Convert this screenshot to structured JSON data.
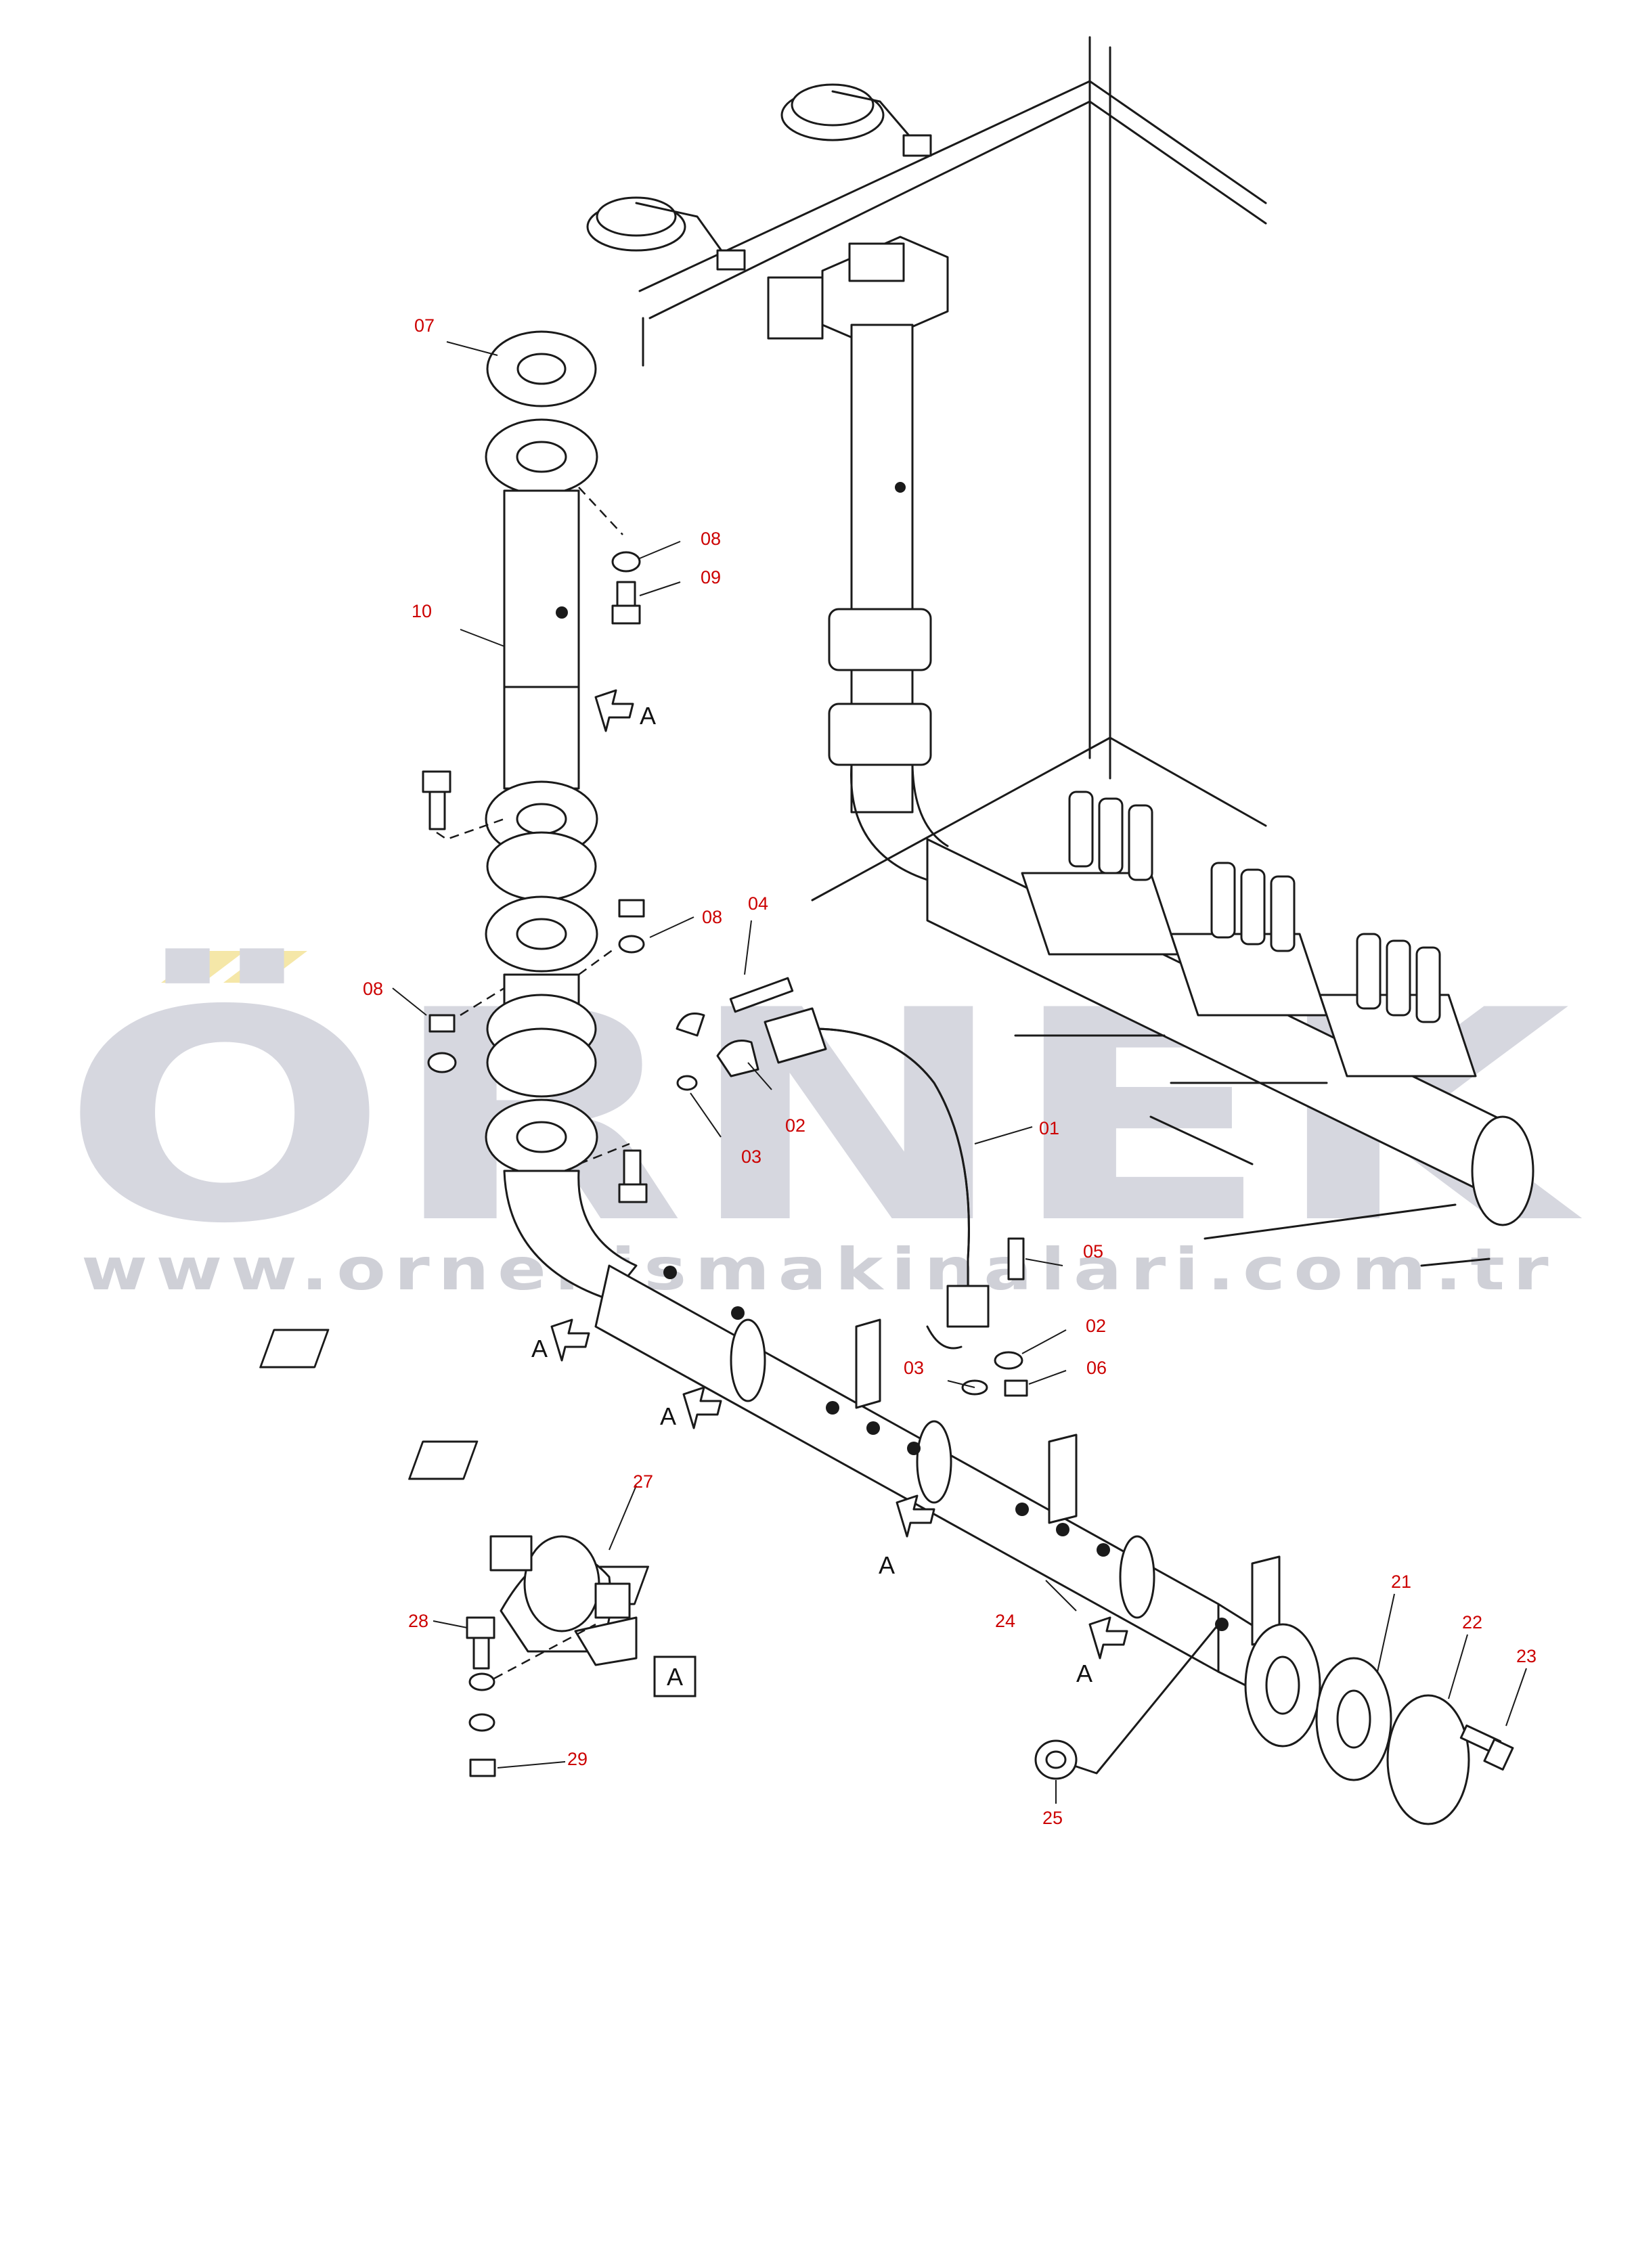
{
  "watermark": {
    "brand": "ÖRNEK",
    "url": "www.ornekismakinalari.com.tr",
    "color": "#d6d7df",
    "accent": "#f5e7a8"
  },
  "callouts": [
    {
      "id": "01",
      "label": "01"
    },
    {
      "id": "02a",
      "label": "02"
    },
    {
      "id": "02b",
      "label": "02"
    },
    {
      "id": "03a",
      "label": "03"
    },
    {
      "id": "03b",
      "label": "03"
    },
    {
      "id": "04",
      "label": "04"
    },
    {
      "id": "05",
      "label": "05"
    },
    {
      "id": "06",
      "label": "06"
    },
    {
      "id": "07",
      "label": "07"
    },
    {
      "id": "08a",
      "label": "08"
    },
    {
      "id": "08b",
      "label": "08"
    },
    {
      "id": "08c",
      "label": "08"
    },
    {
      "id": "09",
      "label": "09"
    },
    {
      "id": "10",
      "label": "10"
    },
    {
      "id": "21",
      "label": "21"
    },
    {
      "id": "22",
      "label": "22"
    },
    {
      "id": "23",
      "label": "23"
    },
    {
      "id": "24",
      "label": "24"
    },
    {
      "id": "25",
      "label": "25"
    },
    {
      "id": "27",
      "label": "27"
    },
    {
      "id": "28",
      "label": "28"
    },
    {
      "id": "29",
      "label": "29"
    }
  ],
  "view_marker": "A",
  "view_box_label": "A",
  "callout_color": "#cc0000"
}
